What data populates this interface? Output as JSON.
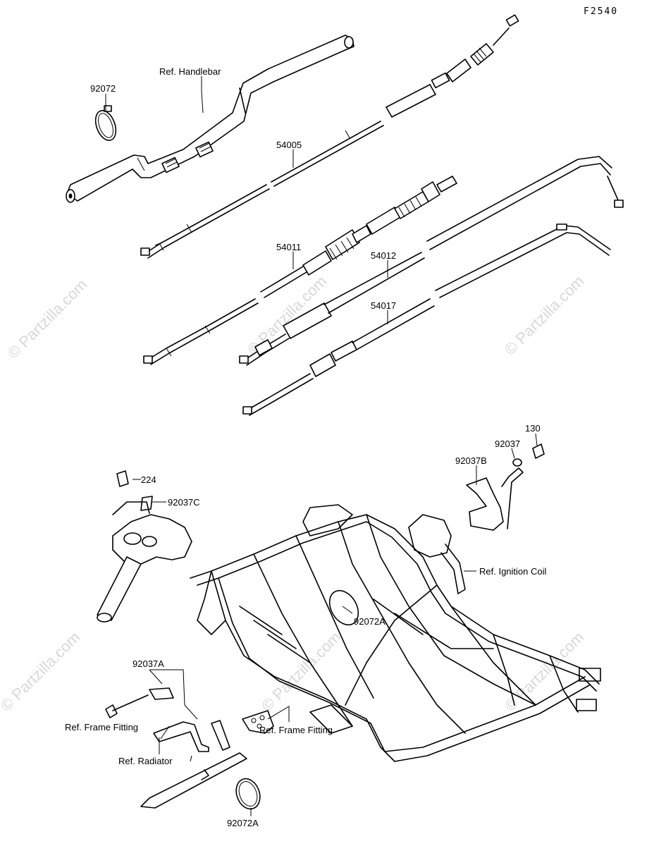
{
  "diagram_code": "F2540",
  "watermark": "© Partzilla.com",
  "labels": {
    "ref_handlebar": "Ref. Handlebar",
    "p92072_top": "92072",
    "p54005": "54005",
    "p54011": "54011",
    "p54012": "54012",
    "p54017": "54017",
    "p130": "130",
    "p92037": "92037",
    "p92037B": "92037B",
    "p224": "224",
    "p92037C": "92037C",
    "ref_ignition_coil": "Ref. Ignition Coil",
    "p92072A_frame": "92072A",
    "p92037A": "92037A",
    "ref_frame_fitting_left": "Ref. Frame Fitting",
    "ref_frame_fitting_right": "Ref. Frame Fitting",
    "ref_radiator": "Ref. Radiator",
    "p92072A_bottom": "92072A"
  }
}
